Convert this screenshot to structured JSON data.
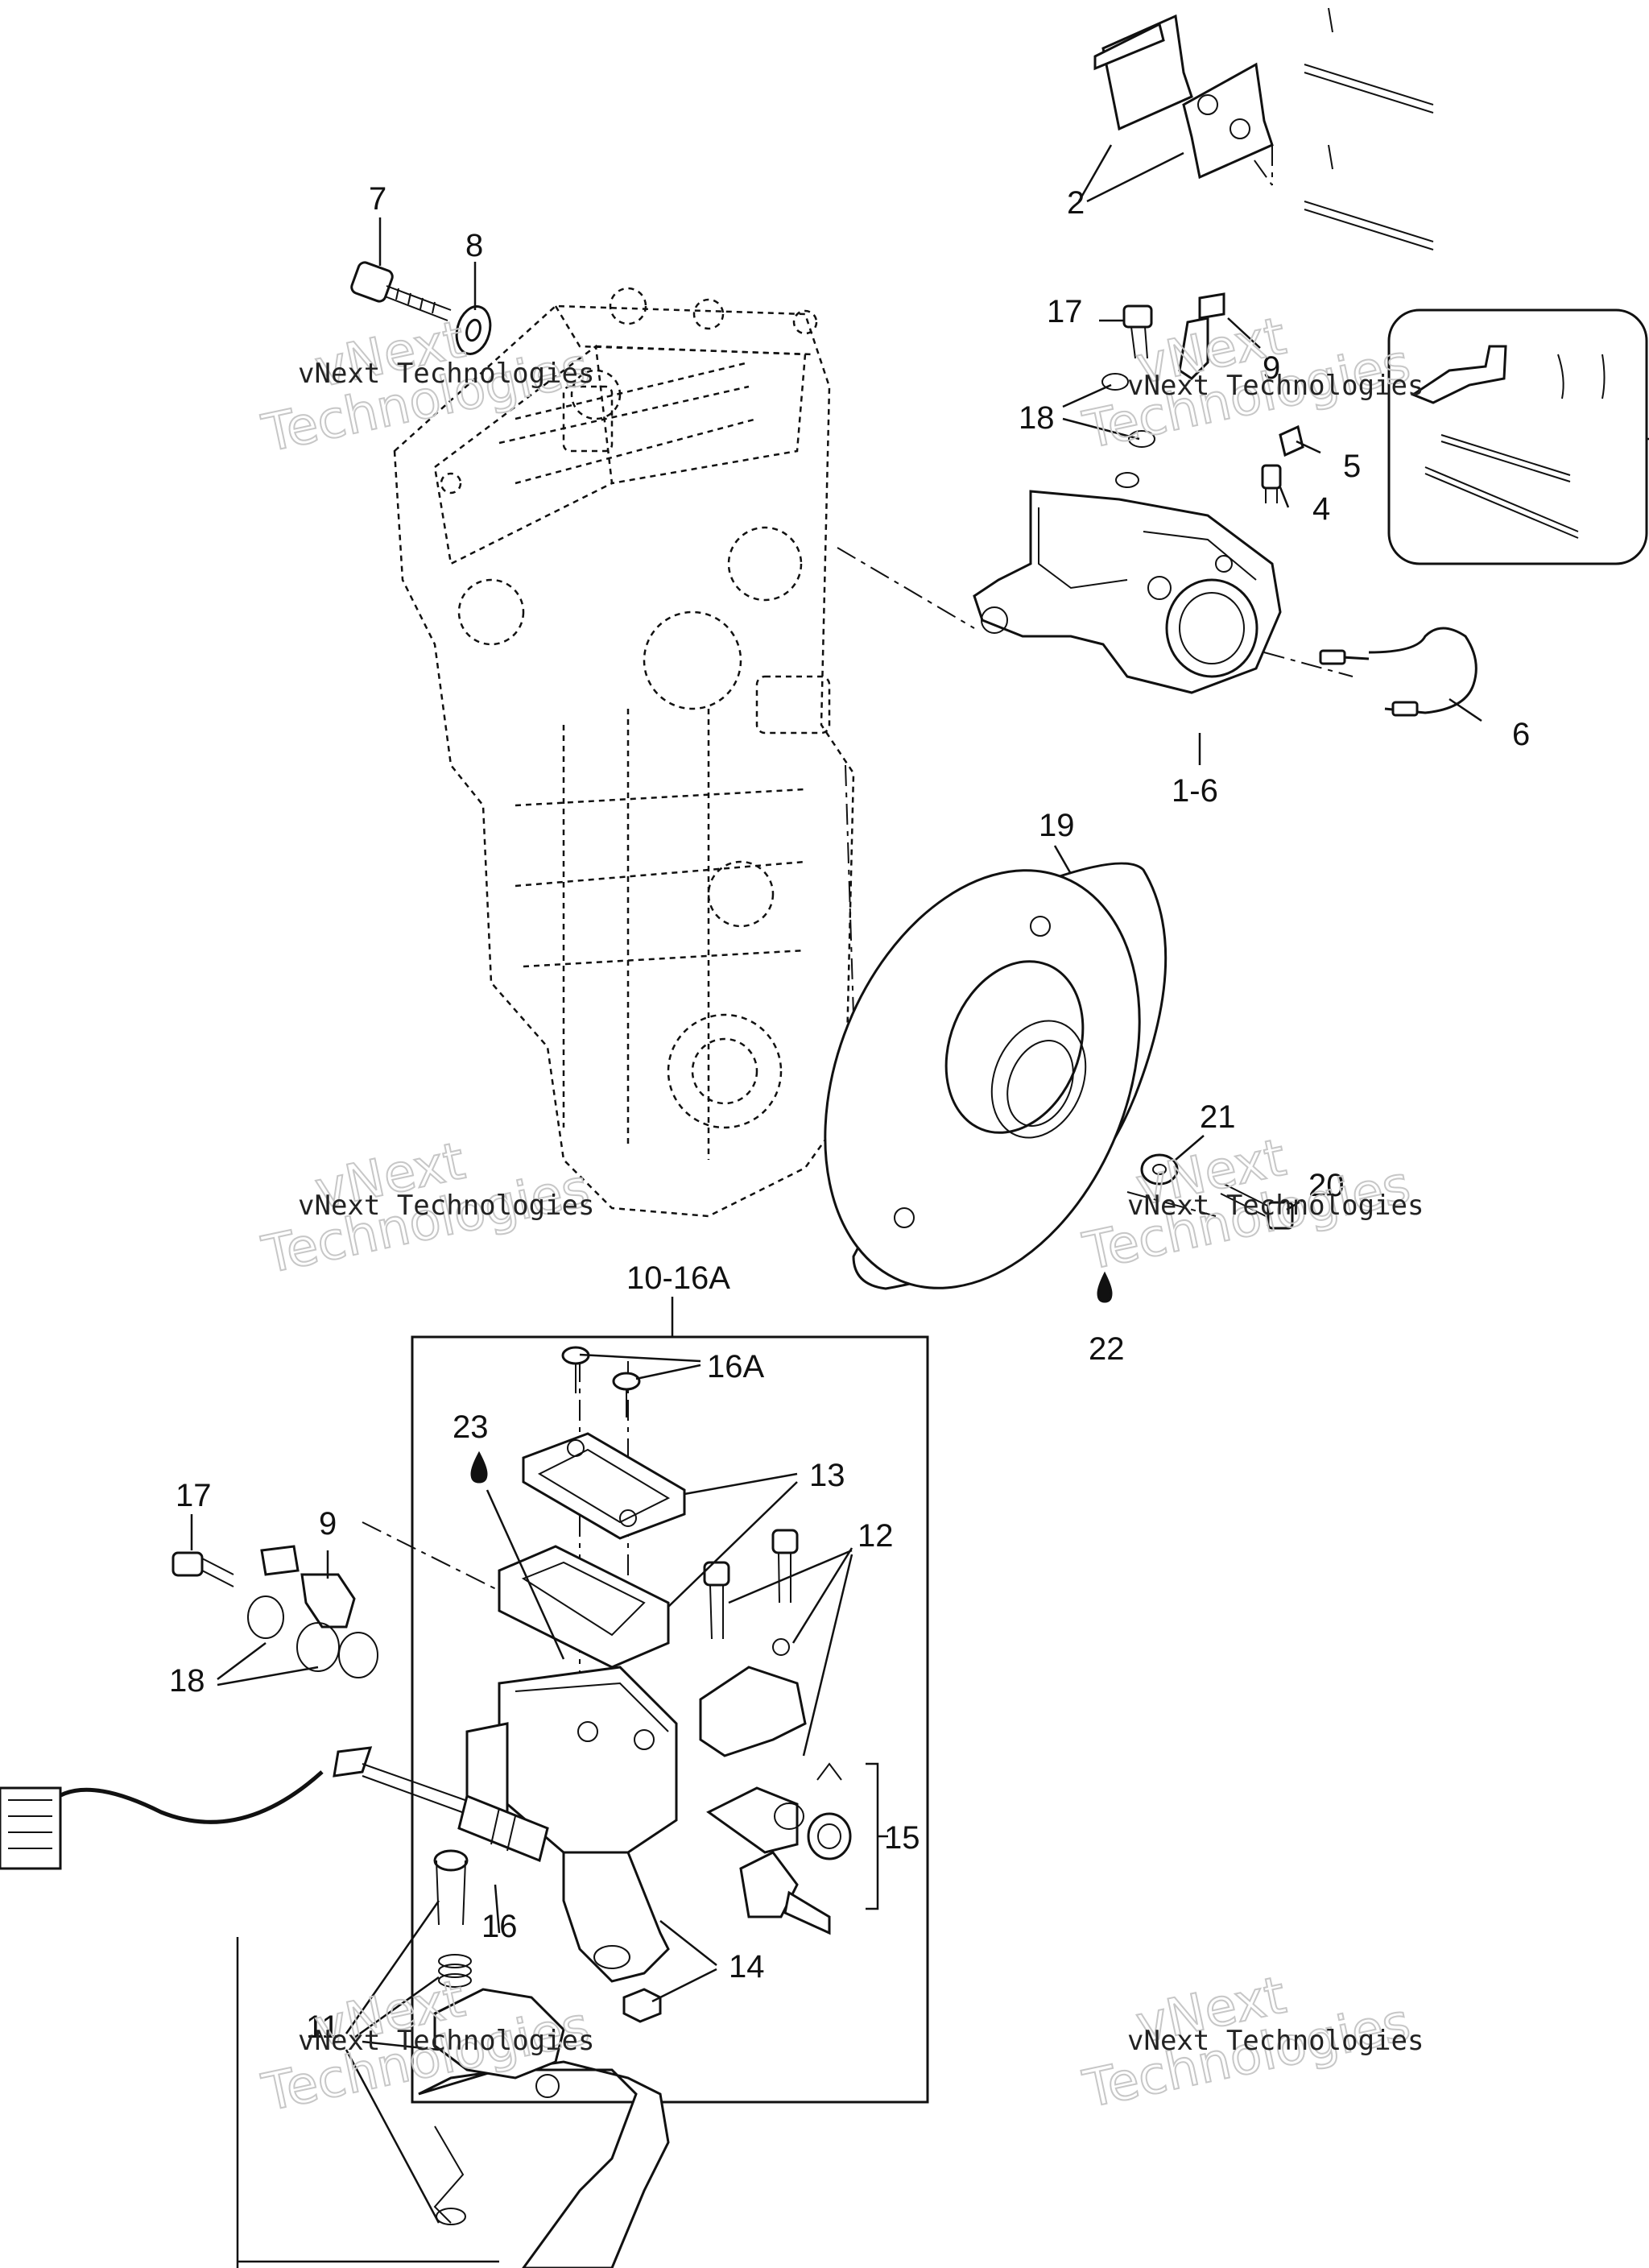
{
  "callouts": {
    "c7": "7",
    "c8": "8",
    "c2": "2",
    "c17_top": "17",
    "c9_top": "9",
    "c18_top": "18",
    "c5": "5",
    "c4": "4",
    "c6": "6",
    "c1_6": "1-6",
    "c19": "19",
    "c21": "21",
    "c20": "20",
    "c22": "22",
    "c10_16A": "10-16A",
    "c16A": "16A",
    "c23": "23",
    "c13": "13",
    "c12": "12",
    "c17_bottom": "17",
    "c9_bottom": "9",
    "c18_bottom": "18",
    "c15": "15",
    "c16": "16",
    "c14": "14",
    "c11": "11"
  },
  "watermark": {
    "line1": "vNext Technologies",
    "logo_top": "vNext",
    "logo_bottom": "Technologies"
  },
  "icons": {
    "drop": "oil-drop-icon"
  }
}
